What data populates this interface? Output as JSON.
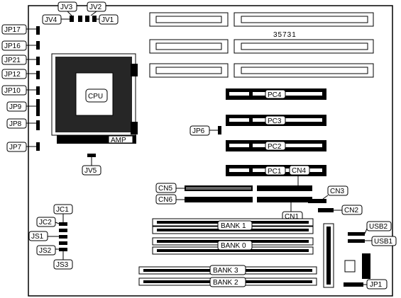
{
  "board_id": "35731",
  "cpu_label": "CPU",
  "amp_label": "AMP",
  "slots": {
    "pci": [
      "PC4",
      "PC3",
      "PC2",
      "PC1"
    ]
  },
  "connectors": {
    "cn": [
      "CN1",
      "CN2",
      "CN3",
      "CN4",
      "CN5",
      "CN6"
    ],
    "usb": [
      "USB1",
      "USB2"
    ]
  },
  "memory_banks": [
    "BANK 1",
    "BANK 0",
    "BANK 3",
    "BANK 2"
  ],
  "jumpers_left": [
    "JP17",
    "JP16",
    "JP21",
    "JP12",
    "JP10",
    "JP9",
    "JP8",
    "JP7"
  ],
  "jumpers_top": [
    "JV3",
    "JV2",
    "JV4",
    "JV1"
  ],
  "jumpers_misc": [
    "JV5",
    "JP6",
    "JP1"
  ],
  "jumpers_bottom_left": [
    "JC1",
    "JC2",
    "JS1",
    "JS2",
    "JS3"
  ]
}
